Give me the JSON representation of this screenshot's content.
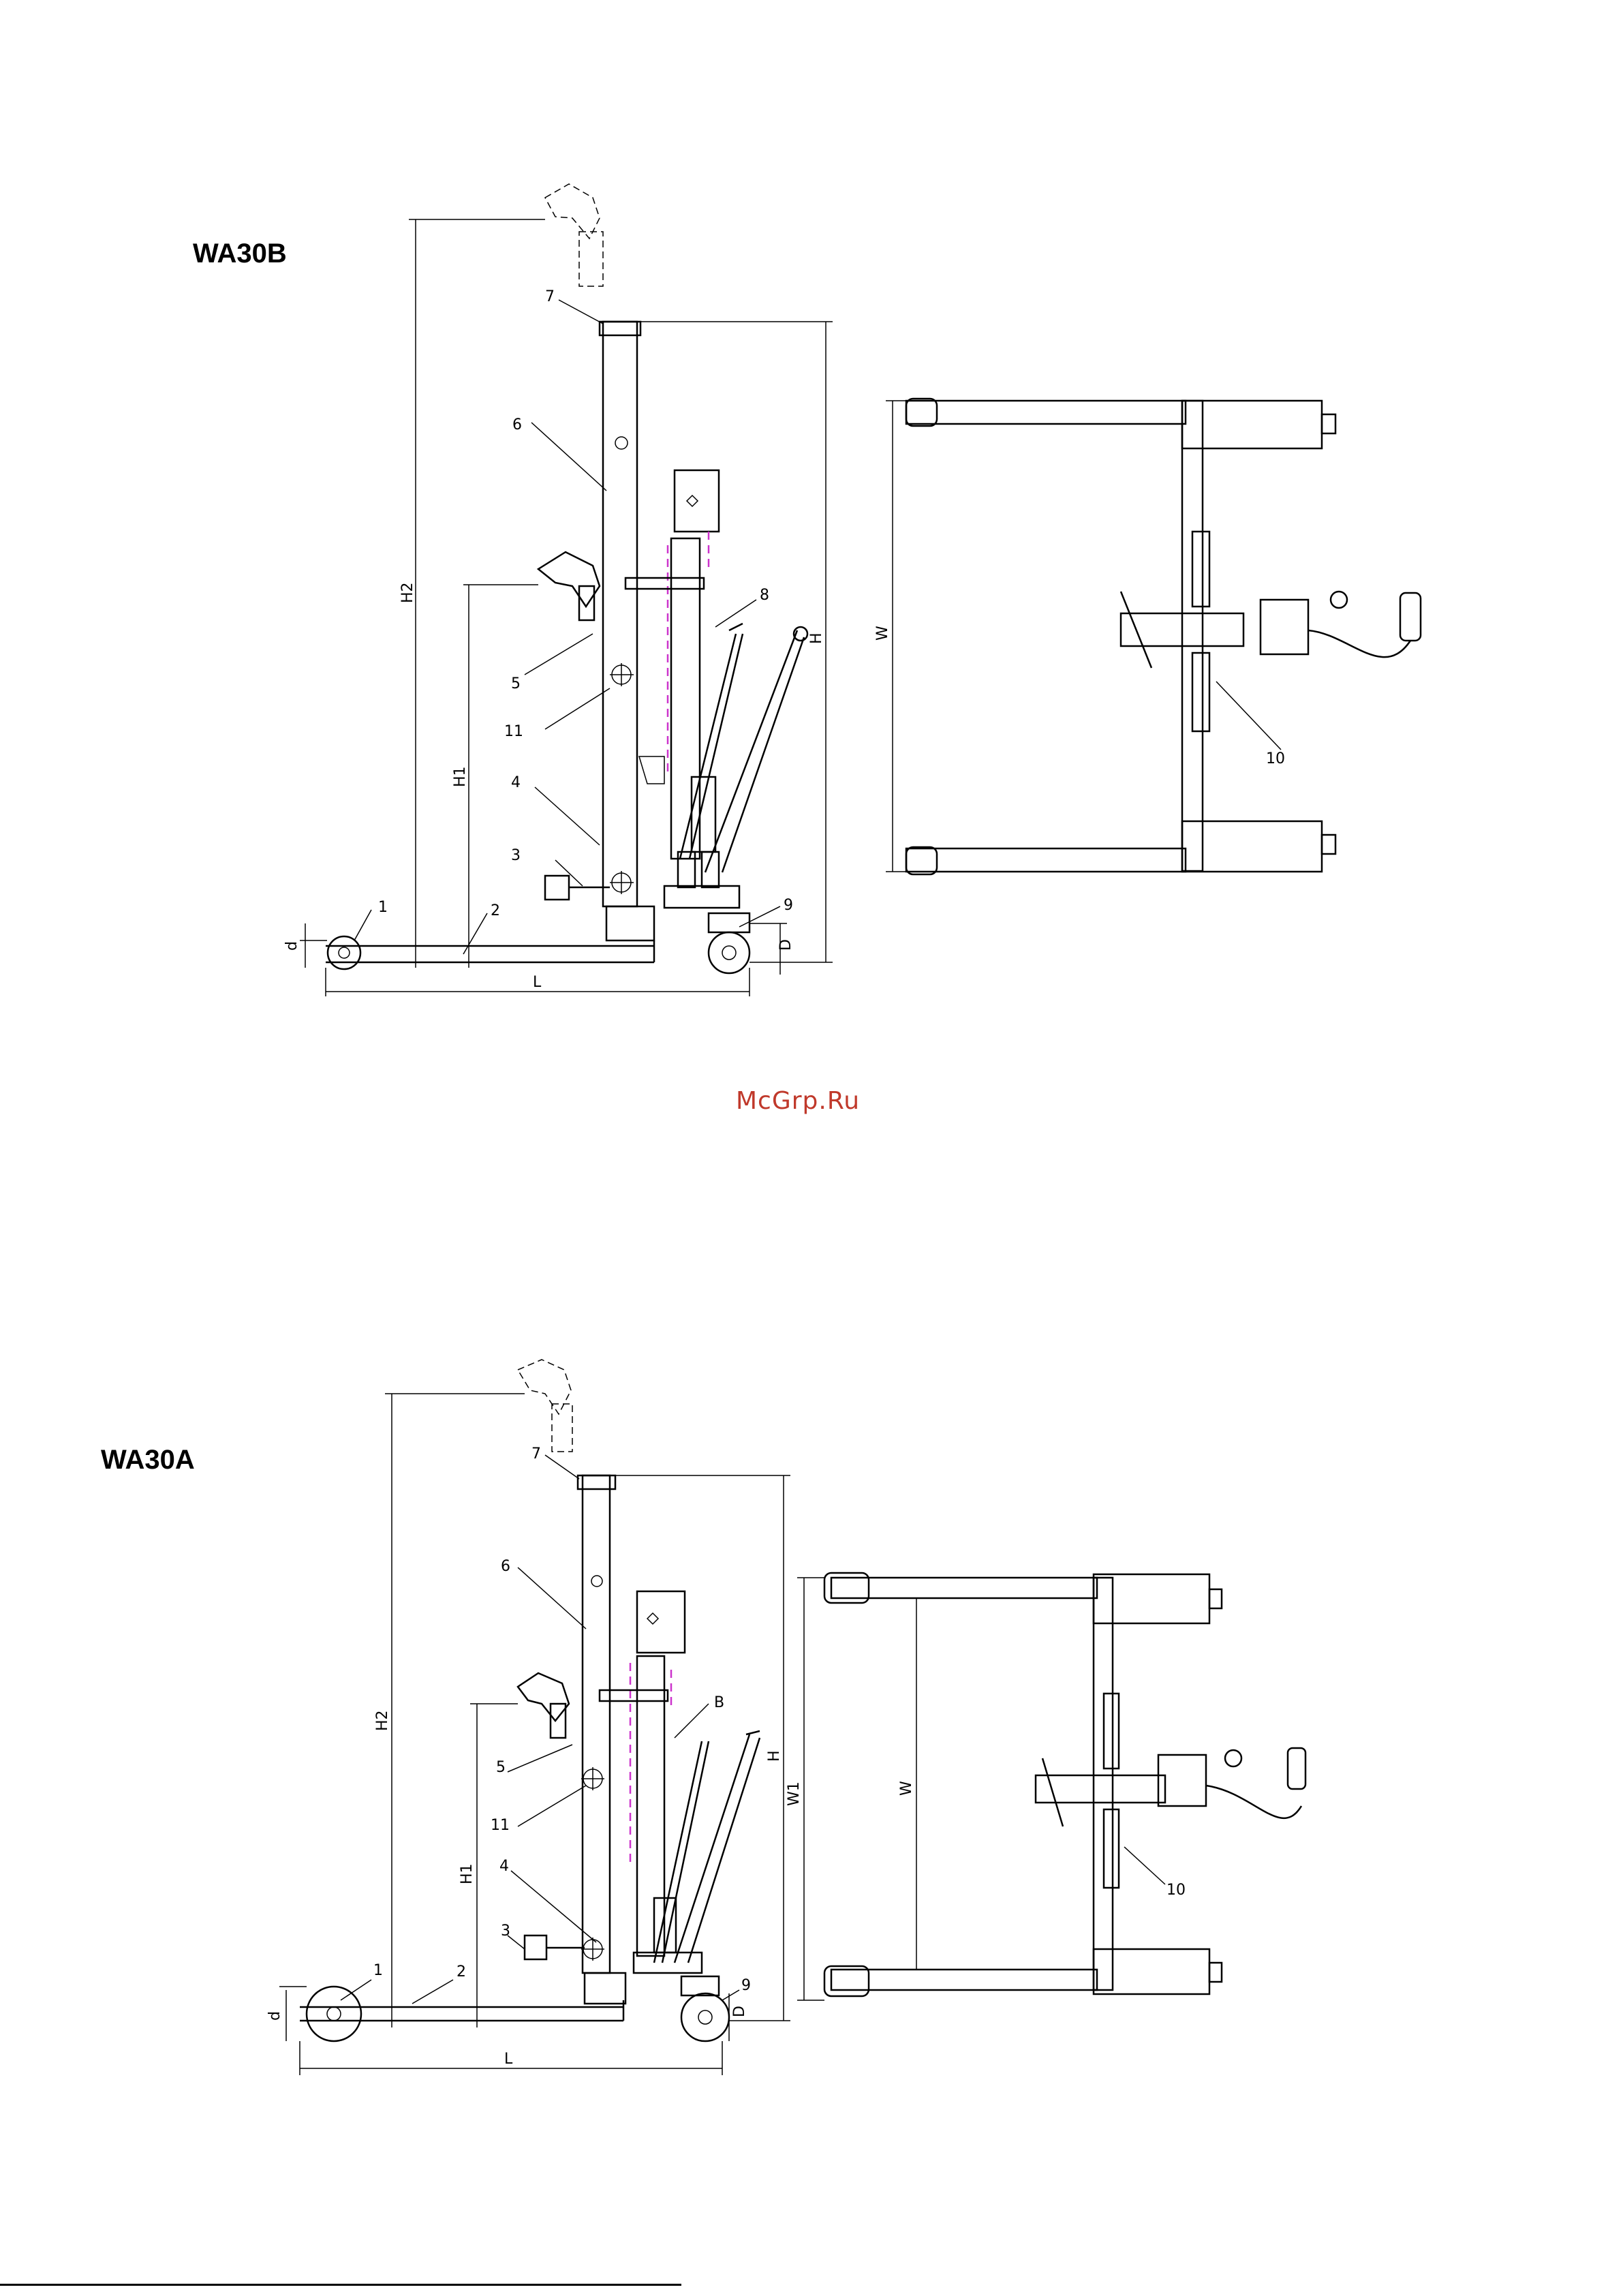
{
  "models": [
    {
      "id": "b",
      "title": "WA30B"
    },
    {
      "id": "a",
      "title": "WA30A"
    }
  ],
  "watermark": "McGrp.Ru",
  "labels": {
    "b": {
      "n1": "1",
      "n2": "2",
      "n3": "3",
      "n4": "4",
      "n5": "5",
      "n6": "6",
      "n7": "7",
      "n8": "8",
      "n9": "9",
      "n10": "10",
      "n11": "11",
      "d": "d",
      "L": "L",
      "D": "D",
      "H": "H",
      "H1": "H1",
      "H2": "H2",
      "W": "W"
    },
    "a": {
      "n1": "1",
      "n2": "2",
      "n3": "3",
      "n4": "4",
      "n5": "5",
      "n6": "6",
      "n7": "7",
      "n8": "B",
      "n9": "9",
      "n10": "10",
      "n11": "11",
      "d": "d",
      "L": "L",
      "D": "D",
      "H": "H",
      "H1": "H1",
      "H2": "H2",
      "W": "W",
      "W1": "W1"
    }
  },
  "colors": {
    "line": "#000000",
    "chain": "#cc33cc",
    "watermark": "#c0392b"
  }
}
